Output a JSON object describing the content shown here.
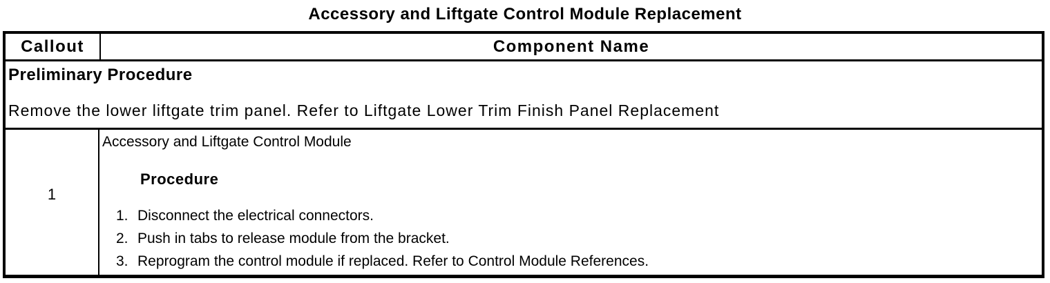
{
  "title": "Accessory and Liftgate Control Module Replacement",
  "table": {
    "headers": {
      "callout": "Callout",
      "component": "Component Name"
    },
    "preliminary": {
      "heading": "Preliminary Procedure",
      "text": "Remove the lower liftgate trim panel. Refer to Liftgate Lower Trim Finish Panel Replacement"
    },
    "rows": [
      {
        "callout": "1",
        "component": "Accessory and Liftgate Control Module",
        "procedure_heading": "Procedure",
        "steps": [
          {
            "num": "1.",
            "text": "Disconnect the electrical connectors."
          },
          {
            "num": "2.",
            "text": "Push in tabs to release module from the bracket."
          },
          {
            "num": "3.",
            "text": "Reprogram the control module if replaced. Refer to Control Module References."
          }
        ]
      }
    ]
  }
}
